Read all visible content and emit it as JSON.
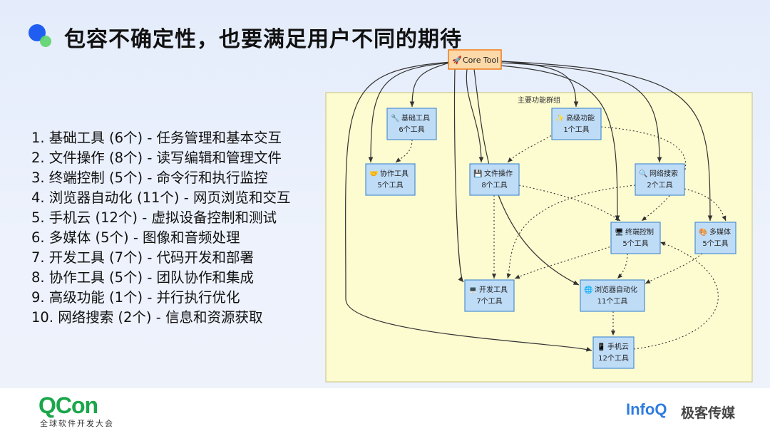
{
  "slide": {
    "title": "包容不确定性，也要满足用户不同的期待"
  },
  "list_items": [
    "1. 基础工具 (6个) - 任务管理和基本交互",
    "2. 文件操作 (8个) - 读写编辑和管理文件",
    "3. 终端控制 (5个) - 命令行和执行监控",
    "4. 浏览器自动化 (11个) - 网页浏览和交互",
    "5. 手机云 (12个) - 虚拟设备控制和测试",
    "6. 多媒体 (5个) - 图像和音频处理",
    "7. 开发工具 (7个) - 代码开发和部署",
    "8. 协作工具 (5个) - 团队协作和集成",
    "9. 高级功能 (1个) - 并行执行优化",
    "10. 网络搜索 (2个) - 信息和资源获取"
  ],
  "diagram": {
    "group_label": "主要功能群组",
    "root": {
      "icon": "rocket-icon",
      "glyph": "🚀",
      "label": "Core Tool"
    },
    "nodes": [
      {
        "key": "basic",
        "icon": "wrench-icon",
        "glyph": "🔧",
        "label": "基础工具",
        "count": "6个工具"
      },
      {
        "key": "advanced",
        "icon": "sparkle-icon",
        "glyph": "✨",
        "label": "高级功能",
        "count": "1个工具"
      },
      {
        "key": "collab",
        "icon": "handshake-icon",
        "glyph": "🤝",
        "label": "协作工具",
        "count": "5个工具"
      },
      {
        "key": "file",
        "icon": "floppy-icon",
        "glyph": "💾",
        "label": "文件操作",
        "count": "8个工具"
      },
      {
        "key": "search",
        "icon": "magnifier-icon",
        "glyph": "🔍",
        "label": "网络搜索",
        "count": "2个工具"
      },
      {
        "key": "terminal",
        "icon": "monitor-icon",
        "glyph": "🖥",
        "label": "终端控制",
        "count": "5个工具"
      },
      {
        "key": "media",
        "icon": "palette-icon",
        "glyph": "🎨",
        "label": "多媒体",
        "count": "5个工具"
      },
      {
        "key": "dev",
        "icon": "laptop-icon",
        "glyph": "💻",
        "label": "开发工具",
        "count": "7个工具"
      },
      {
        "key": "browser",
        "icon": "globe-icon",
        "glyph": "🌐",
        "label": "浏览器自动化",
        "count": "11个工具"
      },
      {
        "key": "phone",
        "icon": "phone-icon",
        "glyph": "📱",
        "label": "手机云",
        "count": "12个工具"
      }
    ],
    "edges": [
      {
        "from": "root",
        "to": "basic",
        "style": "solid"
      },
      {
        "from": "root",
        "to": "advanced",
        "style": "solid"
      },
      {
        "from": "root",
        "to": "collab",
        "style": "solid"
      },
      {
        "from": "root",
        "to": "file",
        "style": "solid"
      },
      {
        "from": "root",
        "to": "search",
        "style": "solid"
      },
      {
        "from": "root",
        "to": "terminal",
        "style": "solid"
      },
      {
        "from": "root",
        "to": "media",
        "style": "solid"
      },
      {
        "from": "root",
        "to": "dev",
        "style": "solid"
      },
      {
        "from": "root",
        "to": "browser",
        "style": "solid"
      },
      {
        "from": "root",
        "to": "phone",
        "style": "solid"
      },
      {
        "from": "basic",
        "to": "collab",
        "style": "dotted"
      },
      {
        "from": "advanced",
        "to": "file",
        "style": "dotted"
      },
      {
        "from": "advanced",
        "to": "terminal",
        "style": "dotted"
      },
      {
        "from": "file",
        "to": "terminal",
        "style": "dotted"
      },
      {
        "from": "file",
        "to": "dev",
        "style": "dotted"
      },
      {
        "from": "search",
        "to": "dev",
        "style": "dotted"
      },
      {
        "from": "search",
        "to": "media",
        "style": "dotted"
      },
      {
        "from": "terminal",
        "to": "dev",
        "style": "dotted"
      },
      {
        "from": "terminal",
        "to": "browser",
        "style": "dotted"
      },
      {
        "from": "media",
        "to": "browser",
        "style": "dotted"
      },
      {
        "from": "browser",
        "to": "phone",
        "style": "dotted"
      },
      {
        "from": "phone",
        "to": "terminal",
        "style": "dotted"
      }
    ]
  },
  "footer": {
    "qcon_logo": "QCon",
    "qcon_subtitle": "全球软件开发大会",
    "infoq_logo": "InfoQ",
    "geek_text": "极客传媒"
  },
  "colors": {
    "node_fill": "#bfdcf7",
    "node_stroke": "#4a8fd4",
    "root_fill": "#fcd9a8",
    "root_stroke": "#f07a1a",
    "group_fill": "#fdfbd0",
    "group_stroke": "#c9c27a"
  }
}
